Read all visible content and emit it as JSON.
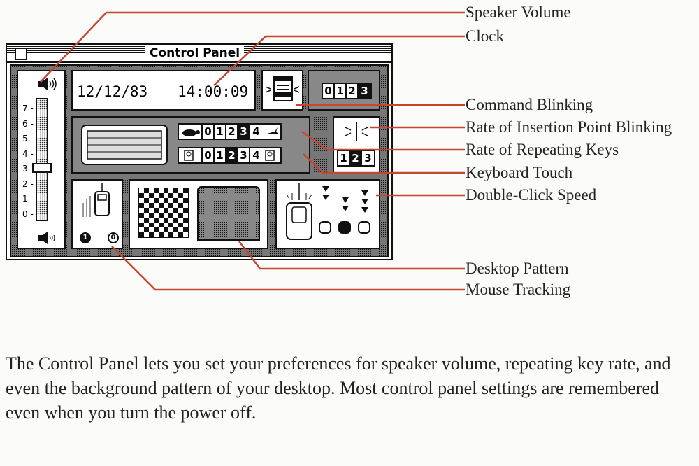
{
  "window": {
    "title": "Control Panel"
  },
  "clock": {
    "date": "12/12/83",
    "time": "14:00:09"
  },
  "command_blinking": {
    "digits": [
      "0",
      "1",
      "2",
      "3"
    ],
    "selected": "3"
  },
  "insertion_point": {
    "digits": [
      "1",
      "2",
      "3"
    ],
    "selected": "2"
  },
  "repeat_rate": {
    "digits": [
      "0",
      "1",
      "2",
      "3",
      "4"
    ],
    "selected": "3"
  },
  "key_touch": {
    "digits": [
      "0",
      "1",
      "2",
      "3",
      "4"
    ],
    "selected": "2"
  },
  "speaker": {
    "scale": [
      "7",
      "6",
      "5",
      "4",
      "3",
      "2",
      "1",
      "0"
    ],
    "level": 3
  },
  "mouse_tracking": {
    "options": [
      "1",
      "0"
    ],
    "selected": "1"
  },
  "double_click": {
    "selected_index": 1
  },
  "callouts": {
    "speaker_volume": "Speaker Volume",
    "clock": "Clock",
    "command_blinking": "Command Blinking",
    "insertion_point": "Rate of Insertion Point Blinking",
    "repeating_keys": "Rate of Repeating Keys",
    "keyboard_touch": "Keyboard Touch",
    "double_click": "Double-Click Speed",
    "desktop_pattern": "Desktop Pattern",
    "mouse_tracking": "Mouse Tracking"
  },
  "caption": "The Control Panel lets you set your preferences for speaker volume, repeating key rate, and even the background pattern of your desktop. Most control panel settings are remembered even when you turn the power off."
}
